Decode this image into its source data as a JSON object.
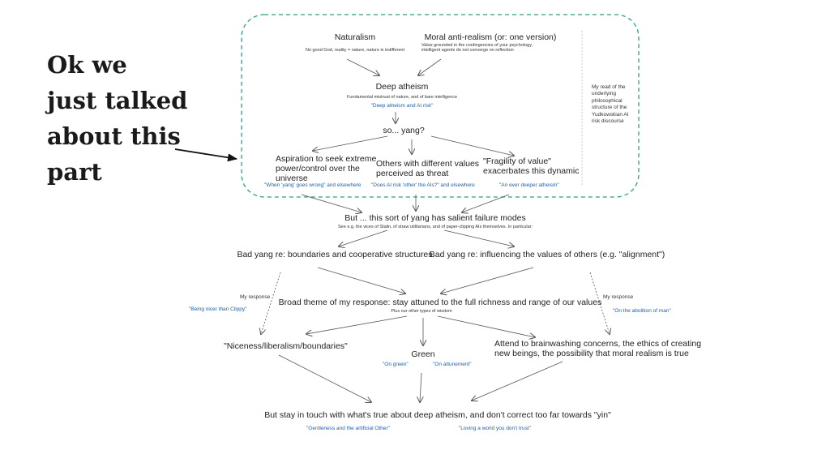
{
  "slide": {
    "heading_lines": [
      "Ok we",
      "just talked",
      "about this",
      "part"
    ]
  },
  "top": {
    "naturalism": {
      "title": "Naturalism",
      "sub": "No good God, reality = nature, nature is indifferent"
    },
    "anti_realism": {
      "title": "Moral anti-realism (or: one version)",
      "sub_lines": [
        "Value grounded in the contingencies of your psychology,",
        "intelligent agents do not converge on reflection"
      ]
    },
    "deep_atheism": {
      "title": "Deep atheism",
      "sub": "Fundamental mistrust of nature, and of bare intelligence",
      "link": "\"Deep atheism and AI risk\""
    },
    "yang": "so... yang?",
    "aspiration": {
      "title_lines": [
        "Aspiration to seek extreme",
        "power/control over the",
        "universe"
      ],
      "link": "\"When 'yang' goes wrong\" and elsewhere"
    },
    "others": {
      "title_lines": [
        "Others with different values",
        "perceived as threat"
      ],
      "link": "\"Does AI risk 'other' the AIs?\" and elsewhere"
    },
    "fragility": {
      "title_lines": [
        "\"Fragility of value\"",
        "exacerbates this dynamic"
      ],
      "link": "\"An ever deeper atheism\""
    },
    "side_note_lines": [
      "My read of the",
      "underlying",
      "philosophical",
      "structure of the",
      "Yudkowskian AI",
      "risk discourse"
    ]
  },
  "middle": {
    "failure": {
      "title": "But ... this sort of yang has salient failure modes",
      "sub": "See e.g. the vices of Stalin, of straw utilitarians, and of paper-clipping AIs themselves. In particular:"
    },
    "bad_boundaries": "Bad yang re: boundaries and cooperative structures",
    "bad_values": "Bad yang re: influencing the values of others (e.g. \"alignment\")",
    "my_response_left": "My response",
    "my_response_right": "My response",
    "clippy_link": "\"Being nicer than Clippy\"",
    "abolition_link": "\"On the abolition of man\"",
    "theme": {
      "title": "Broad theme of my response: stay attuned to the full richness and range of our values",
      "sub": "Plus our other types of wisdom"
    }
  },
  "bottom": {
    "niceness": "\"Niceness/liberalism/boundaries\"",
    "green": "Green",
    "on_green": "\"On green\"",
    "on_attunement": "\"On attunement\"",
    "attend_lines": [
      "Attend to brainwashing concerns, the ethics of creating",
      "new beings, the possibility that moral realism is true"
    ],
    "stay": "But stay in touch with what's true about deep atheism, and don't correct too far towards \"yin\"",
    "gentleness_link": "\"Gentleness and the artificial Other\"",
    "loving_link": "\"Loving a world you don't trust\""
  },
  "colors": {
    "frame_dash": "#2e9e88",
    "link_blue": "#1f5fb0",
    "arrow": "#555555"
  }
}
